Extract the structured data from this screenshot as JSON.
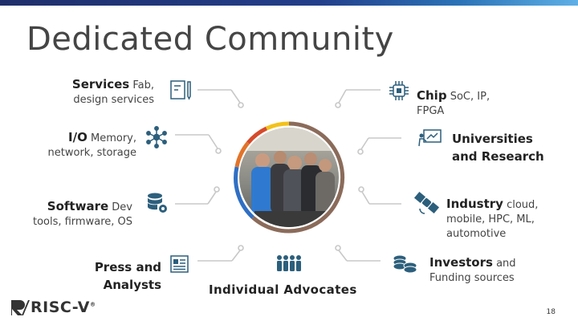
{
  "slide": {
    "title": "Dedicated Community",
    "page_number": "18",
    "logo_text": "RISC-V",
    "logo_mark": "®"
  },
  "categories": {
    "services": {
      "bold": "Services",
      "rest_line1": "Fab,",
      "rest_line2": "design services"
    },
    "io": {
      "bold": "I/O",
      "rest_line1": "Memory,",
      "rest_line2": "network, storage"
    },
    "software": {
      "bold": "Software",
      "rest_line1": "Dev",
      "rest_line2": "tools, firmware, OS"
    },
    "press": {
      "bold_line1": "Press and",
      "bold_line2": "Analysts"
    },
    "chip": {
      "bold": "Chip",
      "rest_line1": "SoC, IP,",
      "rest_line2": "FPGA"
    },
    "universities": {
      "bold_line1": "Universities",
      "bold_line2": "and Research"
    },
    "industry": {
      "bold": "Industry",
      "rest_line1": "cloud,",
      "rest_line2": "mobile, HPC, ML,",
      "rest_line3": "automotive"
    },
    "investors": {
      "bold": "Investors",
      "rest_line1": "and",
      "rest_line2": "Funding sources"
    },
    "advocates": {
      "label": "Individual Advocates"
    }
  },
  "icons": [
    "document-pen-icon",
    "network-hub-icon",
    "database-gear-icon",
    "newspaper-icon",
    "chip-icon",
    "presentation-screen-icon",
    "satellite-icon",
    "coins-icon",
    "people-group-icon"
  ],
  "colors": {
    "accent": "#2c5f7c",
    "ring_brown": "#8b6b5a",
    "ring_blue": "#2f6fc4",
    "ring_orange": "#e2742a",
    "ring_red": "#d64a2b",
    "ring_yellow": "#f2c21b"
  }
}
